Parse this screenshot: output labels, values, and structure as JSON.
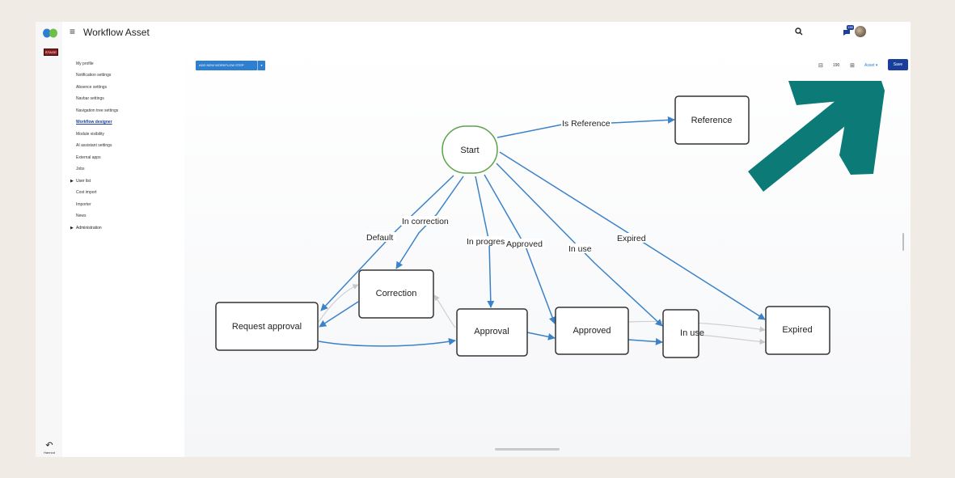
{
  "header": {
    "title": "Workflow Asset",
    "stage_badge": "STAGE",
    "notification_count": "138"
  },
  "rail": {
    "bottom_label": "Hannod"
  },
  "sidebar": {
    "items": [
      "My profile",
      "Notification settings",
      "Absence settings",
      "Navbar settings",
      "Navigation tree settings",
      "Workflow designer",
      "Module visibility",
      "AI assistant settings",
      "External apps",
      "Jobs",
      "User list",
      "Cost import",
      "Importer",
      "News",
      "Administration"
    ],
    "active_item": "Workflow designer"
  },
  "toolbar": {
    "add_step_label": "ADD NEW WORKFLOW STEP",
    "zoom_value": "190",
    "asset_dropdown": "Asset ▾",
    "save_label": "Save"
  },
  "workflow": {
    "nodes": {
      "start": "Start",
      "reference": "Reference",
      "correction": "Correction",
      "request_approval": "Request approval",
      "approval": "Approval",
      "approved": "Approved",
      "in_use": "In use",
      "expired": "Expired"
    },
    "edge_labels": {
      "is_reference": "Is Reference",
      "default": "Default",
      "in_correction": "In correction",
      "in_progress": "In progres",
      "approved": "Approved",
      "in_use": "In use",
      "expired": "Expired"
    }
  },
  "colors": {
    "arrow_overlay": "#0c7a76",
    "edge": "#3b82c8",
    "start_stroke": "#5aa34a",
    "primary": "#1a3e9b"
  }
}
